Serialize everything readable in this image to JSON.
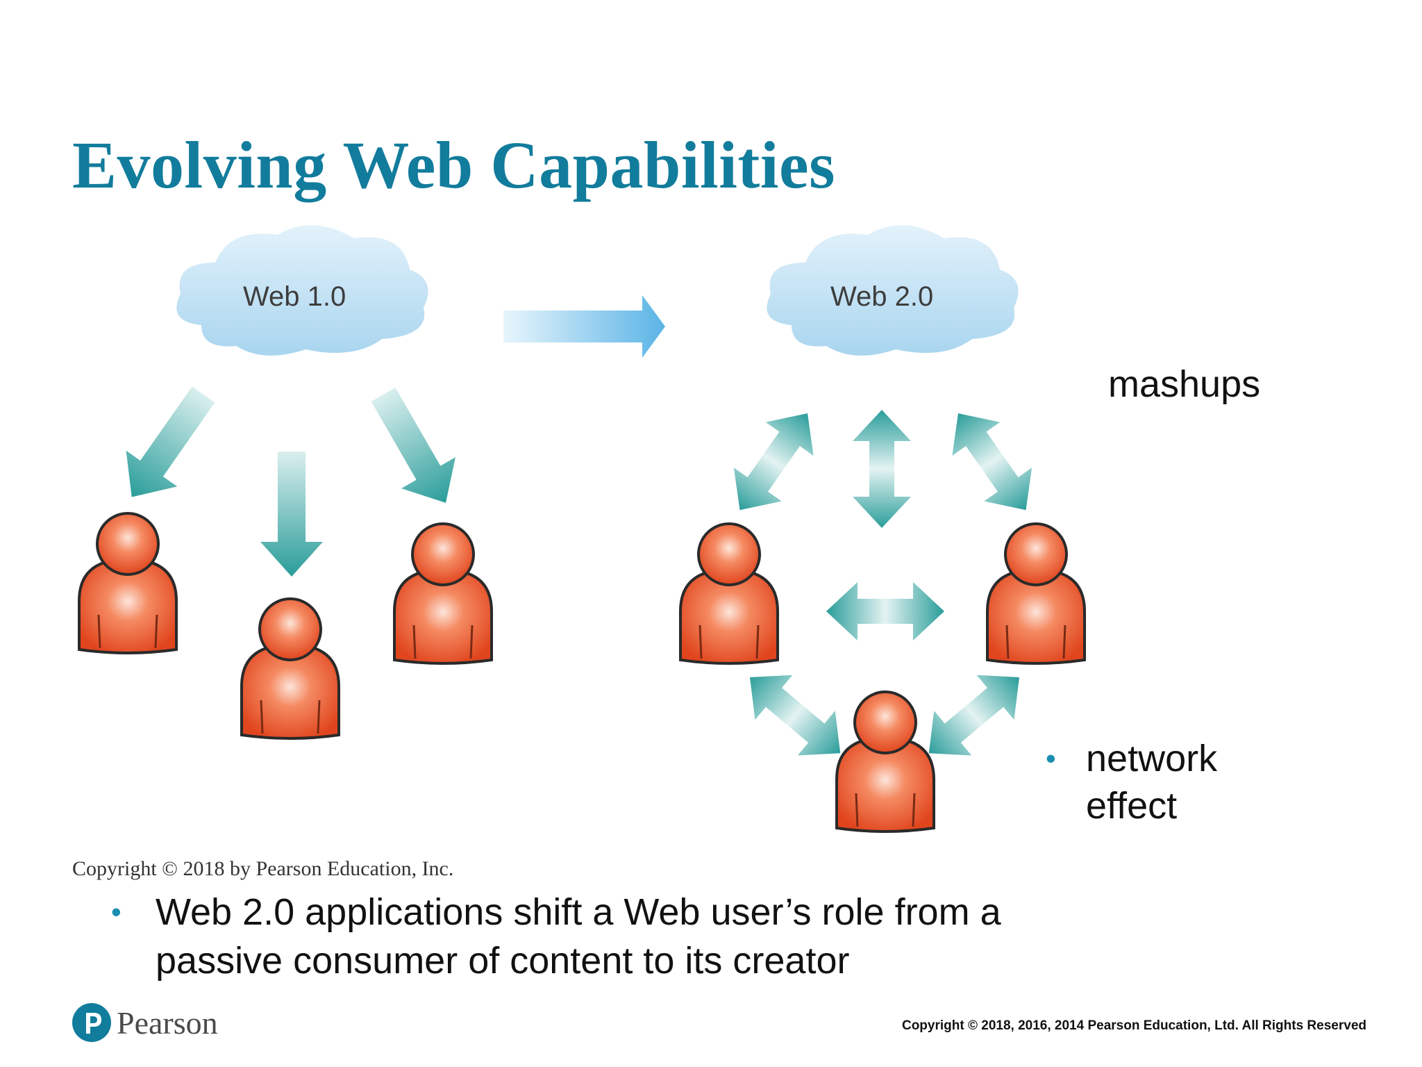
{
  "slide": {
    "title": "Evolving Web Capabilities",
    "web1_label": "Web 1.0",
    "web2_label": "Web 2.0",
    "mashups": "mashups",
    "network_effect_line1": "network",
    "network_effect_line2": "effect",
    "figure_copyright": "Copyright © 2018 by Pearson Education, Inc.",
    "bullet_main": "Web 2.0 applications shift a Web user’s role from a passive consumer of content to its creator",
    "bullet_symbol": "•"
  },
  "footer": {
    "brand": "Pearson",
    "copyright": "Copyright © 2018, 2016, 2014 Pearson Education, Ltd. All Rights Reserved"
  },
  "colors": {
    "title": "#127c9c",
    "bullet": "#1a8db0",
    "person": "#e8582f",
    "arrow_teal": "#2a9d9a",
    "cloud": "#bfe0f3"
  }
}
